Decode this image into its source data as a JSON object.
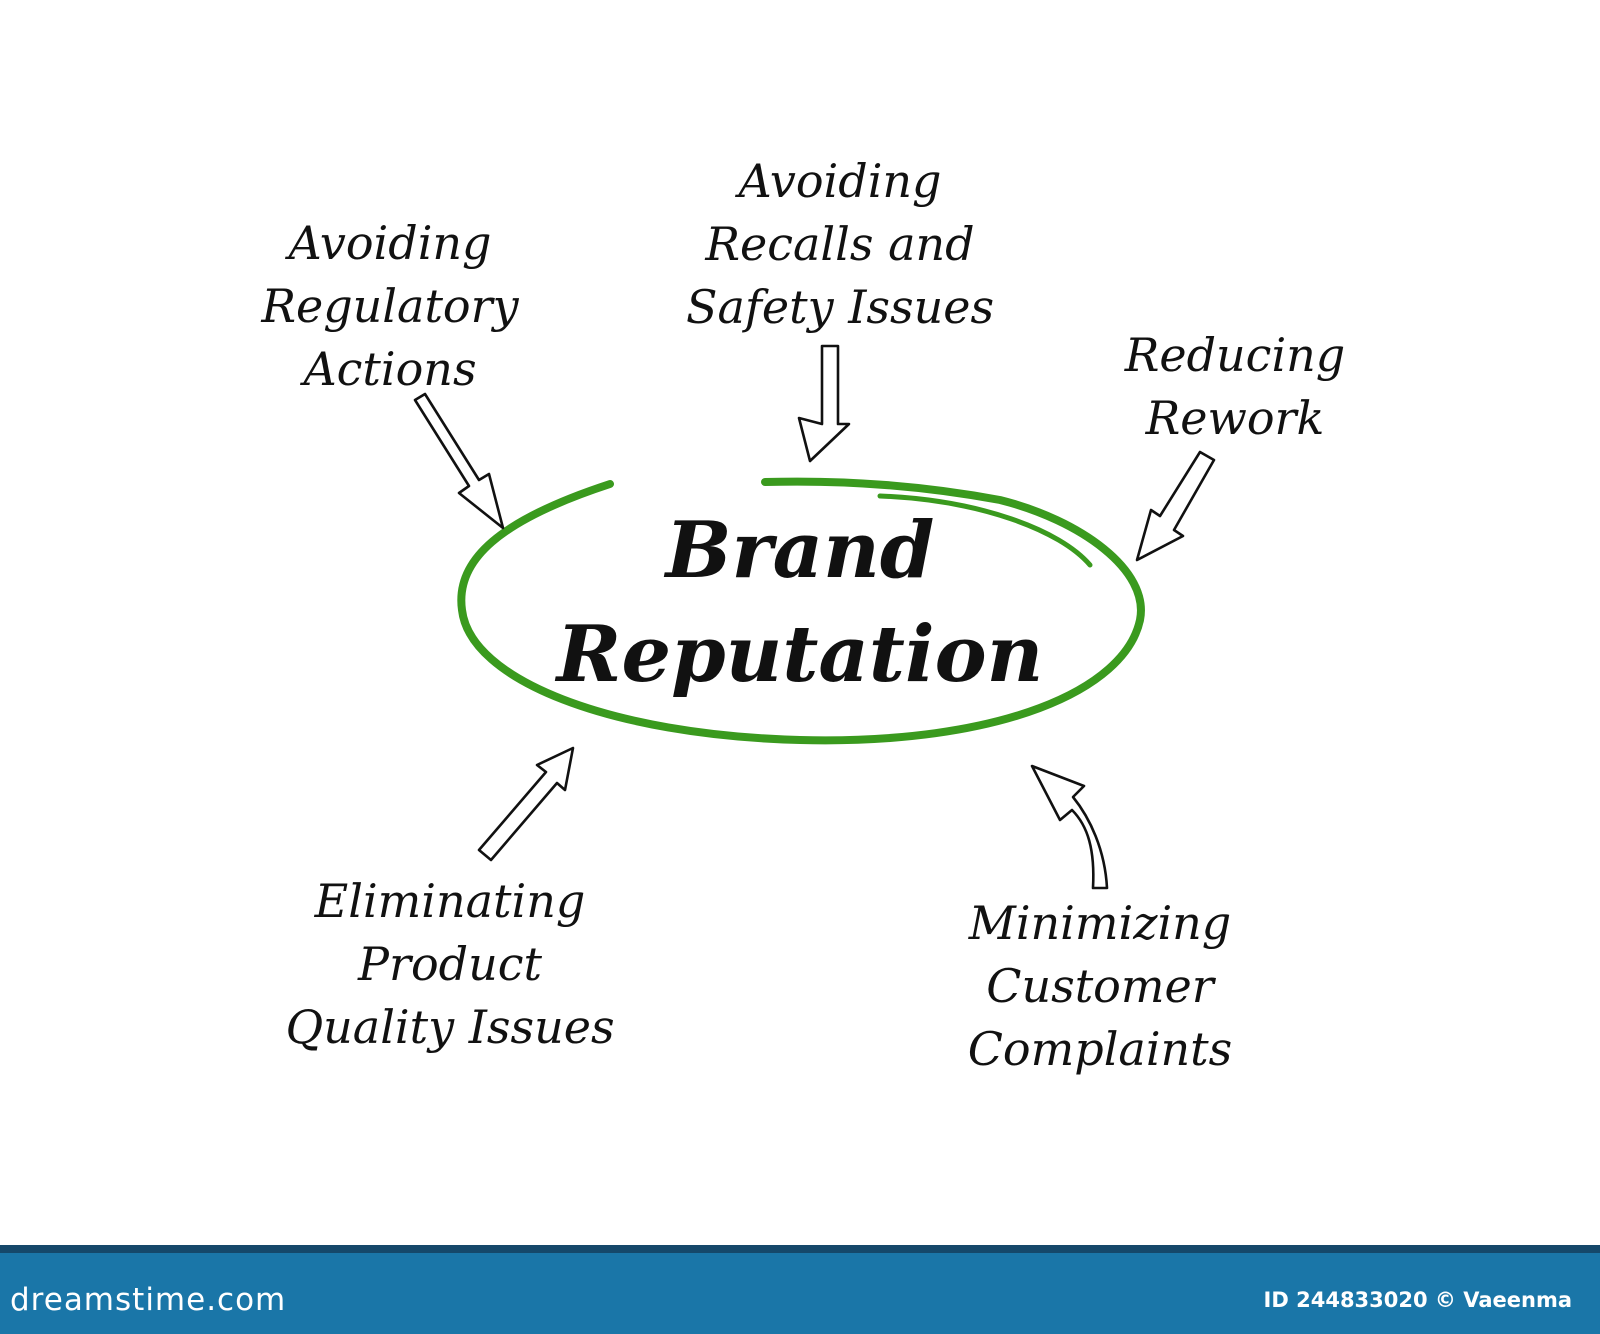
{
  "diagram": {
    "center": {
      "lines": [
        "Brand",
        "Reputation"
      ]
    },
    "nodes": [
      {
        "id": "regulatory",
        "lines": [
          "Avoiding",
          "Regulatory",
          "Actions"
        ]
      },
      {
        "id": "recalls",
        "lines": [
          "Avoiding",
          "Recalls and",
          "Safety Issues"
        ]
      },
      {
        "id": "rework",
        "lines": [
          "Reducing",
          "Rework"
        ]
      },
      {
        "id": "quality",
        "lines": [
          "Eliminating",
          "Product",
          "Quality Issues"
        ]
      },
      {
        "id": "complaints",
        "lines": [
          "Minimizing",
          "Customer",
          "Complaints"
        ]
      }
    ],
    "colors": {
      "ellipse": "#3a9a1e",
      "text": "#111111",
      "arrow": "#111111"
    }
  },
  "footer": {
    "brand": "dreamstime.com",
    "credit": "ID 244833020 © Vaeenma",
    "colors": {
      "band": "#1a76a8",
      "bar": "#15486a"
    }
  }
}
